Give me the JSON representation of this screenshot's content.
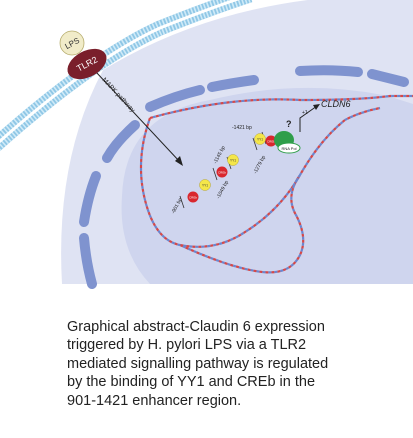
{
  "receptor": {
    "lps_label": "LPS",
    "tlr2_label": "TLR2"
  },
  "pathway": {
    "mapk_label": "MAPK pathway",
    "unknown_label": "?"
  },
  "gene": {
    "name": "CLDN6",
    "tss_label": "+1",
    "polymerase_label": "RNA Pol"
  },
  "enhancer_sites": [
    {
      "position": "-901 bp",
      "factors": [
        "YY1",
        "CREb"
      ]
    },
    {
      "position": "-1049 bp",
      "factors": [
        "YY1",
        "CREb"
      ]
    },
    {
      "position": "-1145 bp",
      "factors": []
    },
    {
      "position": "-1279 bp",
      "factors": [
        "YY1",
        "CREb"
      ]
    },
    {
      "position": "-1421 bp",
      "factors": []
    }
  ],
  "factor_labels": {
    "yy1": "YY1",
    "creb": "CREb"
  },
  "caption": {
    "lines": [
      "Graphical abstract-Claudin 6 expression",
      "triggered by H. pylori LPS via a TLR2",
      "mediated signalling pathway is regulated",
      "by the binding of YY1 and CREb in the",
      "901-1421 enhancer region."
    ]
  },
  "colors": {
    "cytoplasm": "#dfe3f3",
    "nucleus": "#cfd5ee",
    "envelope": "#7f93cf",
    "membrane": "#a9d6ee",
    "tlr2": "#7a1f2b",
    "lps": "#f1ecc9",
    "yy1": "#f4e64a",
    "creb": "#d9272e",
    "polymerase": "#2f9e4a",
    "dna_red": "#d64848",
    "dna_blue": "#6c86cf"
  }
}
